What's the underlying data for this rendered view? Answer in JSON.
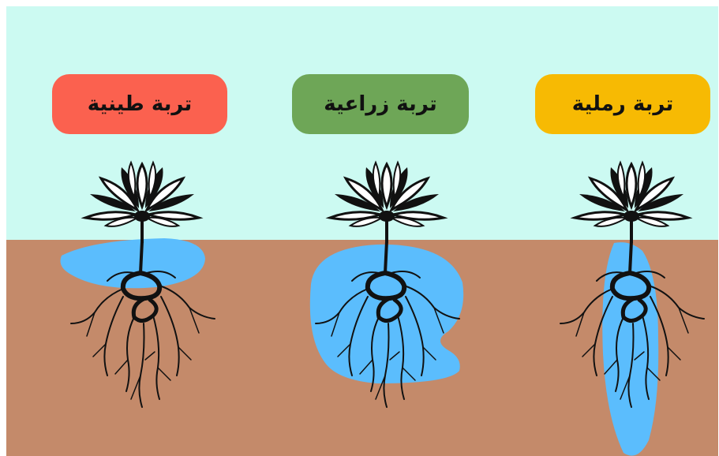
{
  "soil_types": [
    {
      "label": "تربة طينية",
      "color": "#fb614f"
    },
    {
      "label": "تربة زراعية",
      "color": "#6ea657"
    },
    {
      "label": "تربة رملية",
      "color": "#f7ba03"
    }
  ],
  "colors": {
    "sky": "#ccfaf2",
    "soil": "#c48a6a",
    "water": "#5bbdfd",
    "plant": "#111111"
  },
  "icons": [
    "flower-icon",
    "roots-icon",
    "water-zone"
  ]
}
